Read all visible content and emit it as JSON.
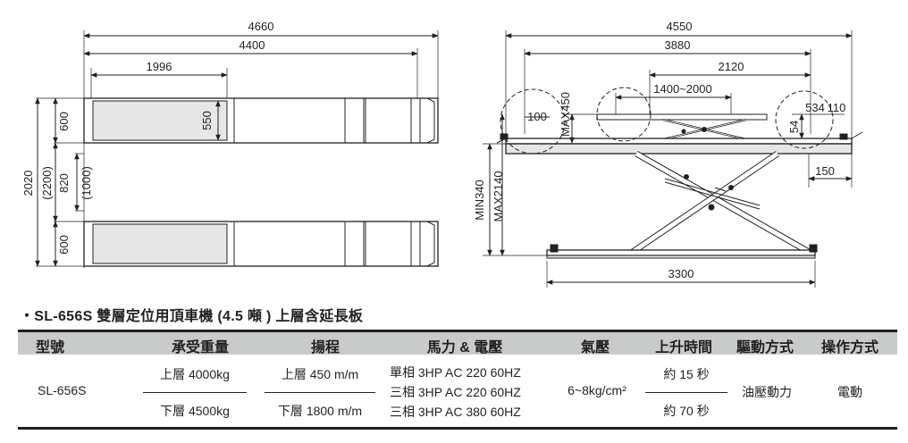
{
  "dims": {
    "d4660": "4660",
    "d4400": "4400",
    "d1996": "1996",
    "d600a": "600",
    "d550": "550",
    "d2020": "2020",
    "d2200": "(2200)",
    "d820": "820",
    "d1000": "(1000)",
    "d600b": "600",
    "d4550": "4550",
    "d3880": "3880",
    "d2120": "2120",
    "d1400": "1400~2000",
    "d100": "100",
    "dmax450": "MAX450",
    "d534": "534",
    "d110": "110",
    "d54": "54",
    "d150": "150",
    "dmin340": "MIN340",
    "dmax2140": "MAX2140",
    "d3300": "3300"
  },
  "caption": "・SL-656S 雙層定位用頂車機 (4.5 噸 ) 上層含延長板",
  "table": {
    "headers": [
      "型號",
      "承受重量",
      "揚程",
      "馬力 & 電壓",
      "氣壓",
      "上升時間",
      "驅動方式",
      "操作方式"
    ],
    "model": "SL-656S",
    "upper_capacity": "上層  4000kg",
    "lower_capacity": "下層  4500kg",
    "upper_lift": "上層 450 m/m",
    "lower_lift": "下層 1800 m/m",
    "power": [
      "單相 3HP AC 220 60HZ",
      "三相 3HP AC 220 60HZ",
      "三相 3HP AC 380 60HZ"
    ],
    "air_pressure": "6~8kg/cm²",
    "rise_time_upper": "約 15 秒",
    "rise_time_lower": "約 70 秒",
    "drive": "油壓動力",
    "operation": "電動"
  }
}
